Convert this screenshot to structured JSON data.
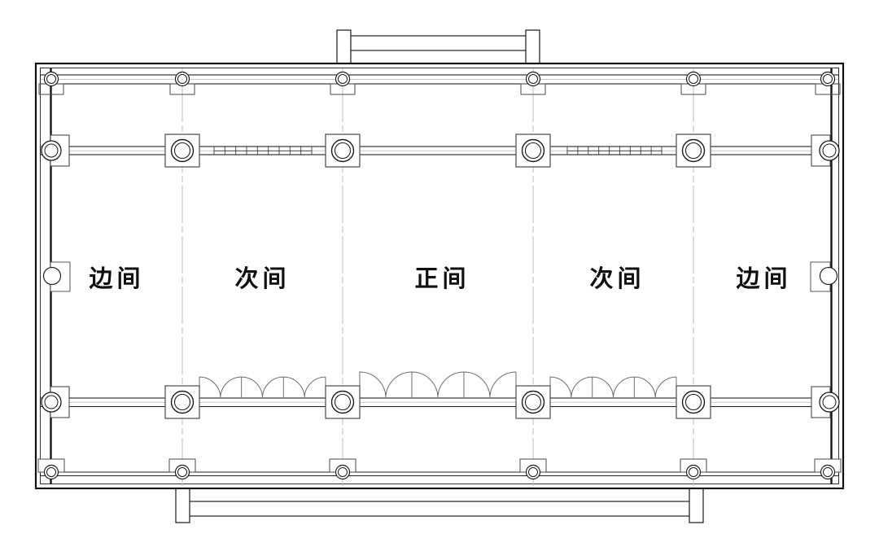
{
  "drawing": {
    "type": "traditional-chinese-hall-floor-plan",
    "rooms": [
      {
        "label": "边间"
      },
      {
        "label": "次间"
      },
      {
        "label": "正间"
      },
      {
        "label": "次间"
      },
      {
        "label": "边间"
      }
    ],
    "features": {
      "bays": 5,
      "column_rows": 4,
      "columns_per_row": 6,
      "door_leaf_bays": 3,
      "door_leaves_per_bay": 6,
      "lattice_window_bays": 2,
      "top_steps": true,
      "bottom_steps": true
    },
    "colors": {
      "line": "#1c1c1c",
      "secondary": "#4a4a4a",
      "axis": "#bcbcbc",
      "door": "#6f6f6f",
      "background": "#ffffff"
    }
  }
}
